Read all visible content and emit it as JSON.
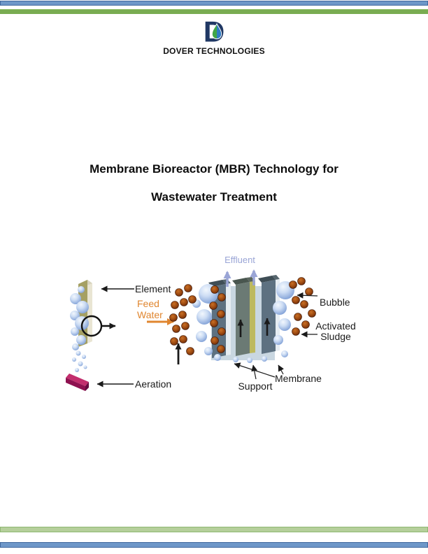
{
  "header": {
    "brand": "DOVER TECHNOLOGIES",
    "bar_blue": {
      "fill": "#6e97c8",
      "border": "#41689e"
    },
    "bar_green": {
      "fill": "#79ac51"
    },
    "logo": {
      "letter": "D",
      "navy": "#203864",
      "drop_green": "#3fa648",
      "drop_blue": "#2e7cc3"
    }
  },
  "title": {
    "line1": "Membrane Bioreactor (MBR) Technology for",
    "line2": "Wastewater Treatment",
    "color": "#0d0d0d"
  },
  "diagram": {
    "labels": {
      "element": "Element",
      "feed_line1": "Feed",
      "feed_line2": "Water",
      "aeration": "Aeration",
      "effluent": "Effluent",
      "bubble": "Bubble",
      "sludge_line1": "Activated",
      "sludge_line2": "Sludge",
      "support": "Support",
      "membrane": "Membrane"
    },
    "colors": {
      "element_face": "#a5a063",
      "element_side": "#e9e5d3",
      "element_top": "#d8d4be",
      "aeration_top": "#c22e6d",
      "aeration_front": "#8e1150",
      "aeration_end": "#66093f",
      "bubble_center": "#eef5fd",
      "bubble_rim": "#84a3d8",
      "sludge_light": "#c96f24",
      "sludge_mid": "#96450f",
      "sludge_dark": "#5a230a",
      "plate": "#c9d7e1",
      "membrane_face": "#5d7181",
      "membrane_mid_face": "#6b7a74",
      "membrane_top": "#3f4e56",
      "membrane_edge": "#e6edf2",
      "support_face": "#bdb95e",
      "effluent": "#9aa5d6",
      "feed_orange": "#e0862f",
      "label": "#1a1a1a"
    }
  },
  "footer": {
    "bar_green": {
      "fill": "#b5cf9b",
      "border": "#8fb873"
    },
    "bar_blue": {
      "fill": "#6e97c8",
      "border": "#41689e"
    }
  }
}
